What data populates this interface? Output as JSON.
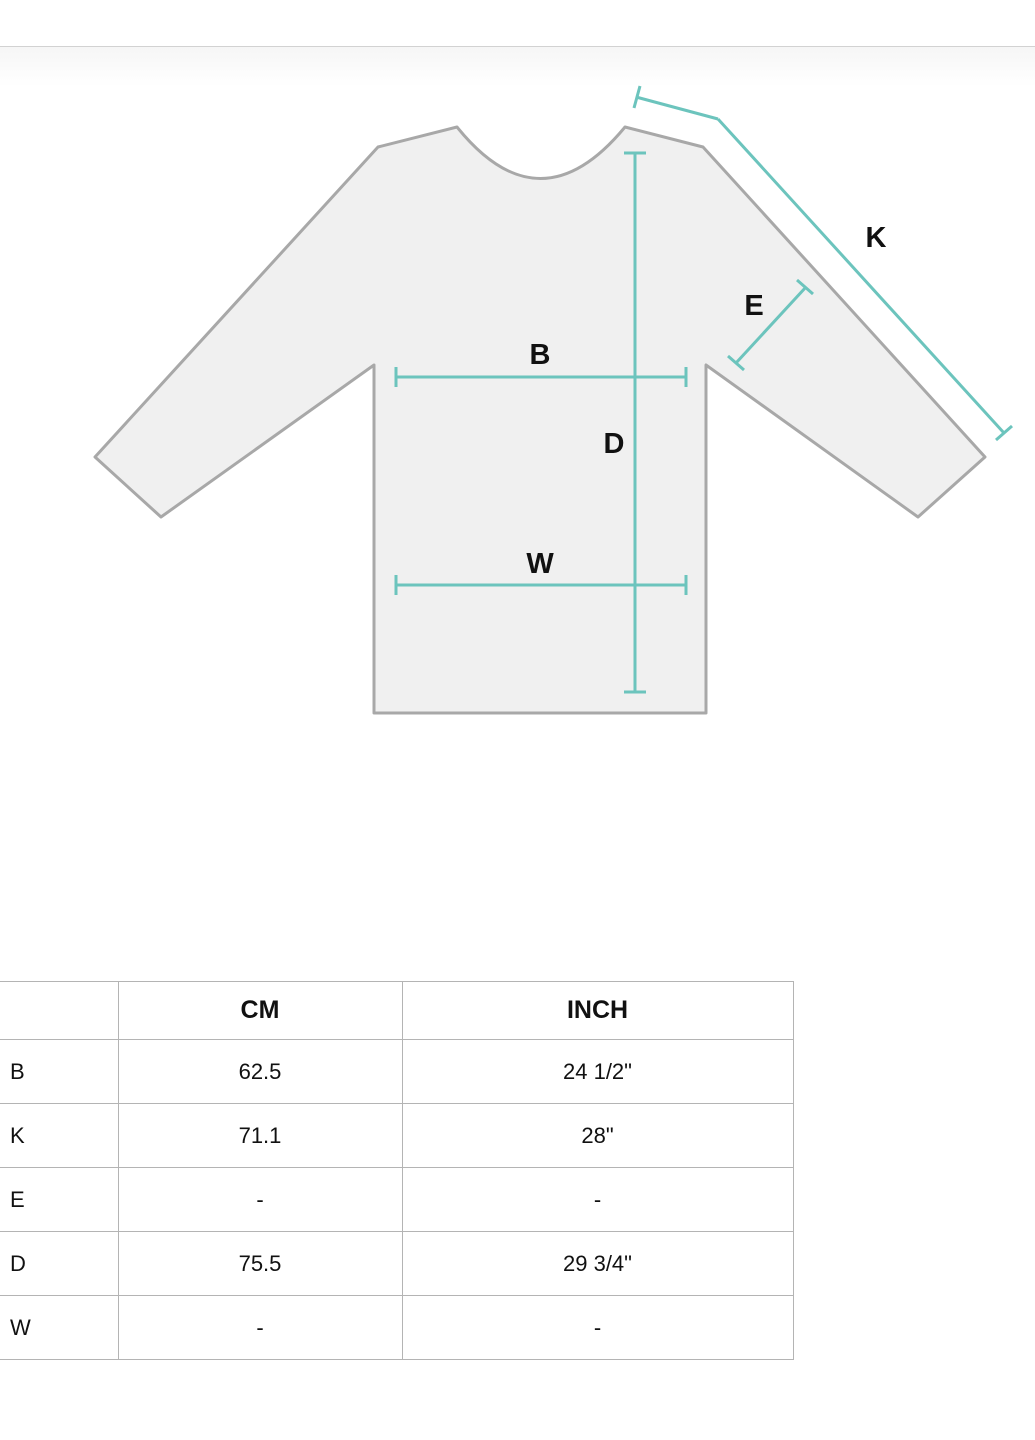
{
  "diagram": {
    "labels": {
      "b": "B",
      "k": "K",
      "e": "E",
      "d": "D",
      "w": "W"
    },
    "colors": {
      "garment_fill": "#f0f0f0",
      "garment_outline": "#a8a8a8",
      "measure_line": "#6cc4bd"
    }
  },
  "size_table": {
    "headers": [
      "",
      "CM",
      "INCH"
    ],
    "rows": [
      {
        "label": "B",
        "cm": "62.5",
        "inch": "24 1/2\""
      },
      {
        "label": "K",
        "cm": "71.1",
        "inch": "28\""
      },
      {
        "label": "E",
        "cm": "-",
        "inch": "-"
      },
      {
        "label": "D",
        "cm": "75.5",
        "inch": "29 3/4\""
      },
      {
        "label": "W",
        "cm": "-",
        "inch": "-"
      }
    ]
  }
}
